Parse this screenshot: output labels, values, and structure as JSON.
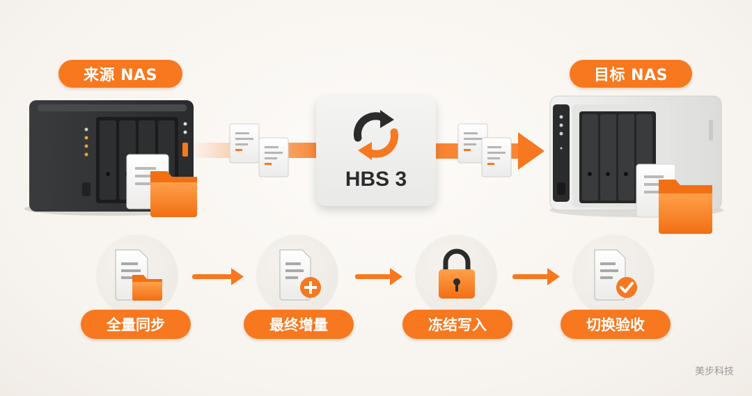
{
  "source": {
    "label": "来源 NAS"
  },
  "target": {
    "label": "目标 NAS"
  },
  "hbs": {
    "label": "HBS 3",
    "icon": "sync-arrows-icon"
  },
  "steps": [
    {
      "label": "全量同步",
      "icon": "document-folder-icon"
    },
    {
      "label": "最终增量",
      "icon": "document-plus-icon"
    },
    {
      "label": "冻结写入",
      "icon": "padlock-icon"
    },
    {
      "label": "切换验收",
      "icon": "document-check-icon"
    }
  ],
  "watermark": "美步科技",
  "colors": {
    "accent": "#f7781f",
    "dark": "#2b2b2b"
  }
}
